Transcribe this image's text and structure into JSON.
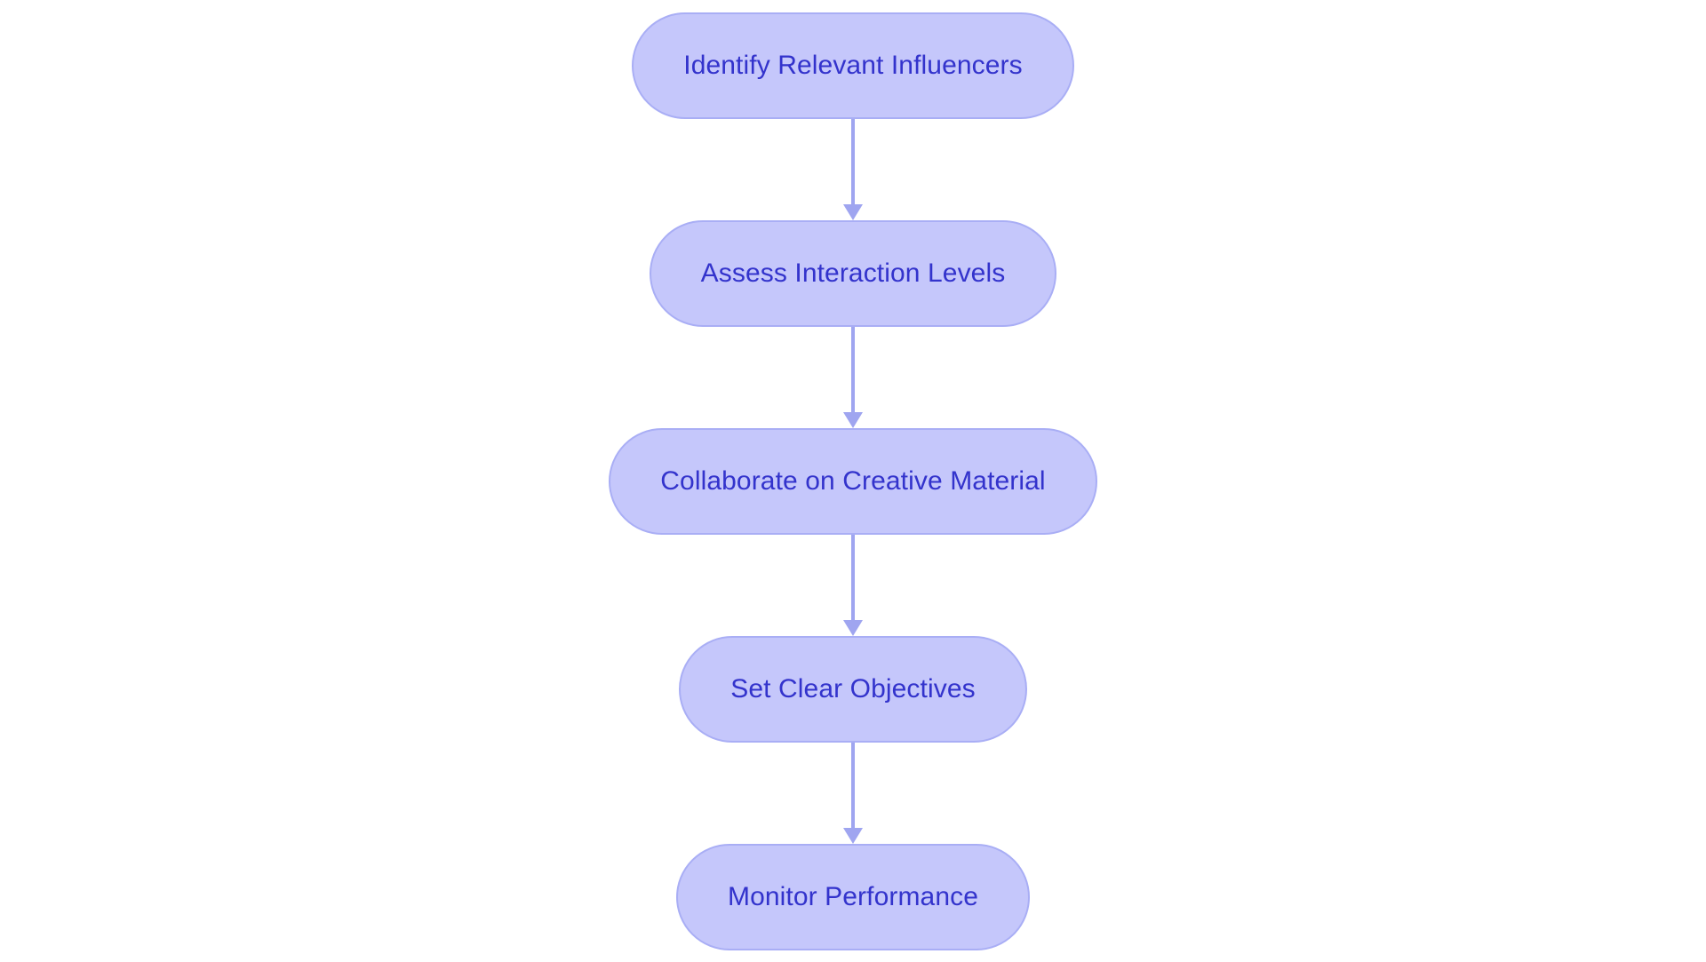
{
  "diagram": {
    "type": "flowchart",
    "orientation": "top-to-bottom",
    "background_color": "#ffffff",
    "node_fill_color": "#c5c7fb",
    "node_border_color": "#a9aef5",
    "node_text_color": "#3333cc",
    "connector_color": "#9fa5f0",
    "node_shape": "pill",
    "nodes": [
      {
        "id": "node-1",
        "label": "Identify Relevant Influencers"
      },
      {
        "id": "node-2",
        "label": "Assess Interaction Levels"
      },
      {
        "id": "node-3",
        "label": "Collaborate on Creative Material"
      },
      {
        "id": "node-4",
        "label": "Set Clear Objectives"
      },
      {
        "id": "node-5",
        "label": "Monitor Performance"
      }
    ],
    "connectors": [
      {
        "id": "arrow-1",
        "from": "node-1",
        "to": "node-2",
        "icon": "arrow-down-icon"
      },
      {
        "id": "arrow-2",
        "from": "node-2",
        "to": "node-3",
        "icon": "arrow-down-icon"
      },
      {
        "id": "arrow-3",
        "from": "node-3",
        "to": "node-4",
        "icon": "arrow-down-icon"
      },
      {
        "id": "arrow-4",
        "from": "node-4",
        "to": "node-5",
        "icon": "arrow-down-icon"
      }
    ]
  }
}
